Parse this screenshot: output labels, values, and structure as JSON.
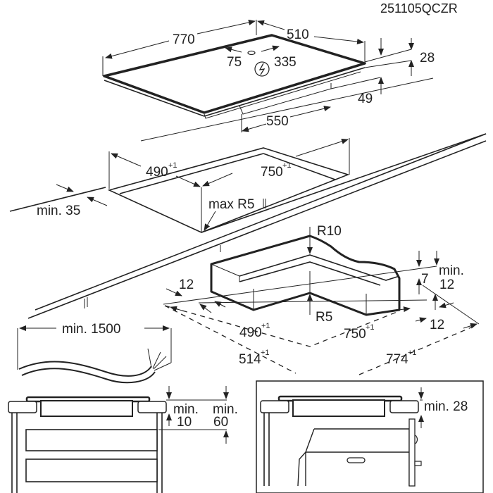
{
  "diagram_code": "251105QCZR",
  "hob": {
    "width": "770",
    "depth": "510",
    "cable_offset_left": "75",
    "cable_offset_right": "335",
    "electric_symbol": "electric-connection",
    "thickness": "28",
    "body_height": "49",
    "body_width": "550"
  },
  "cutout": {
    "depth": "490",
    "depth_tol": "+1",
    "width": "750",
    "width_tol": "+1",
    "corner_radius": "max R5",
    "edge_distance": "min. 35"
  },
  "frame_cutout": {
    "outer_radius": "R10",
    "inner_radius": "R5",
    "left_rebate": "12",
    "rebate_depth": "7",
    "rebate_min": "min.",
    "rebate_min_value": "12",
    "right_rebate": "12",
    "inner_depth": "490",
    "inner_depth_tol": "+1",
    "inner_width": "750",
    "inner_width_tol": "+1",
    "outer_depth": "514",
    "outer_depth_tol": "+1",
    "outer_width": "774",
    "outer_width_tol": "+1"
  },
  "cable": {
    "length": "min. 1500"
  },
  "drawer_section": {
    "gap_label_1": "min.",
    "gap_value_1": "10",
    "gap_label_2": "min.",
    "gap_value_2": "60"
  },
  "oven_section": {
    "gap": "min. 28"
  }
}
